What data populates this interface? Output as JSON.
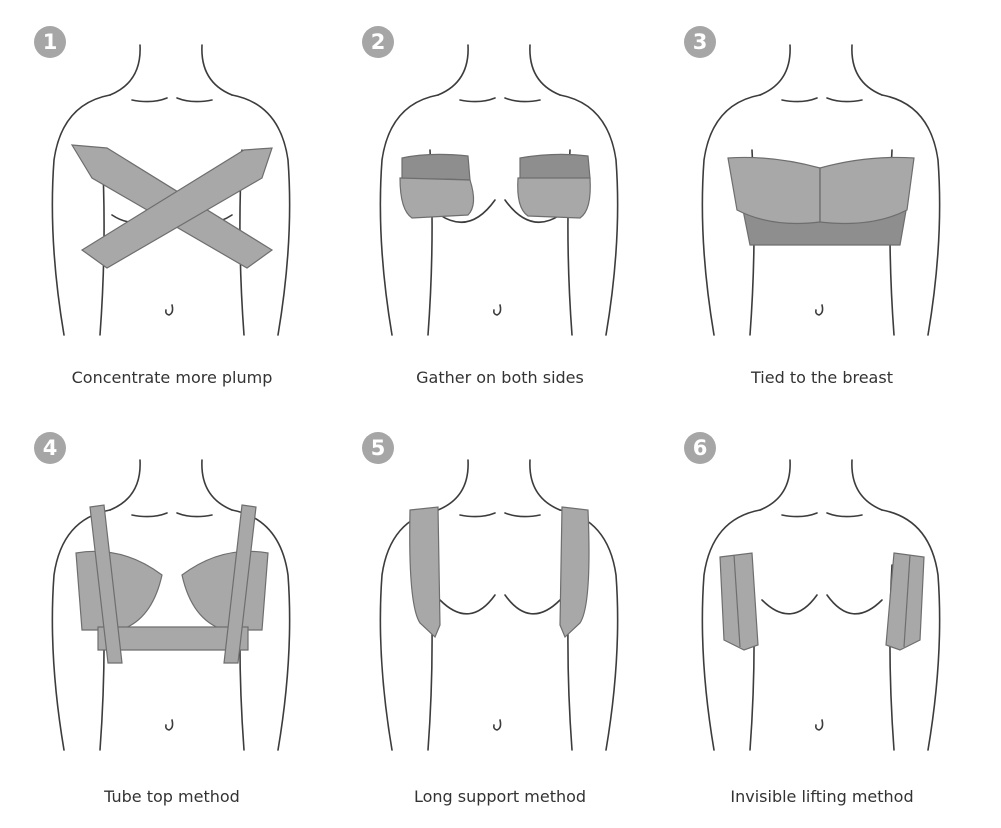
{
  "colors": {
    "tape": "#a8a8a8",
    "tape_dark": "#8e8e8e",
    "badge": "#a6a6a6",
    "outline": "#3c3c3c"
  },
  "panels": [
    {
      "number": "1",
      "caption": "Concentrate more plump"
    },
    {
      "number": "2",
      "caption": "Gather on both sides"
    },
    {
      "number": "3",
      "caption": "Tied to the breast"
    },
    {
      "number": "4",
      "caption": "Tube top method"
    },
    {
      "number": "5",
      "caption": "Long support method"
    },
    {
      "number": "6",
      "caption": "Invisible lifting method"
    }
  ]
}
